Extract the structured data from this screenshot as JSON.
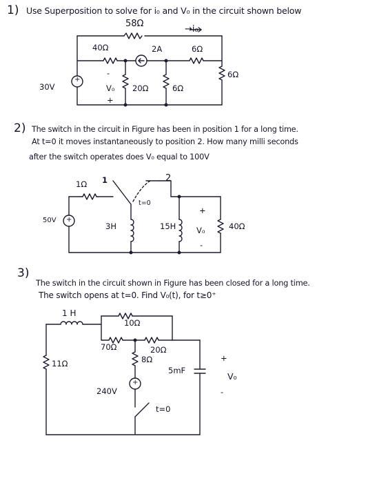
{
  "problem1": {
    "number": "1)",
    "statement": "Use Superposition to solve for i₀ and V₀ in the circuit shown below",
    "labels": {
      "r58": "58Ω",
      "io_arrow": "→i₀",
      "r40": "40Ω",
      "src2A": "2A",
      "r6a": "6Ω",
      "v30": "30V",
      "vo": "V₀",
      "r20": "20Ω",
      "r6b": "6Ω",
      "r6c": "6Ω",
      "minus": "-",
      "plus": "+",
      "src_plus": "+"
    }
  },
  "problem2": {
    "number": "2)",
    "line1": "The switch in the circuit in Figure has been in position 1 for a long time.",
    "line2": "At t=0 it moves instantaneously to position 2. How many milli seconds",
    "line3": "after the switch operates does V₀ equal to 100V",
    "labels": {
      "r1": "1Ω",
      "pos1": "1",
      "pos2": "2",
      "t0": "t=0",
      "v50": "50V",
      "l3": "3H",
      "l15": "15H",
      "plus": "+",
      "vo": "V₀",
      "minus": "-",
      "r40": "40Ω",
      "src_plus": "+"
    }
  },
  "problem3": {
    "number": "3)",
    "line1": "The switch in the circuit shown in Figure has been closed for a long time.",
    "line2": "The switch opens at t=0. Find V₀(t), for t≥0⁺",
    "labels": {
      "l1": "1 H",
      "r10": "10Ω",
      "r70": "70Ω",
      "r20": "20Ω",
      "r11": "11Ω",
      "r8": "8Ω",
      "c5": "5mF",
      "plus": "+",
      "vo": "V₀",
      "minus": "-",
      "v240": "240V",
      "t0": "t=0",
      "src_plus": "+"
    }
  }
}
